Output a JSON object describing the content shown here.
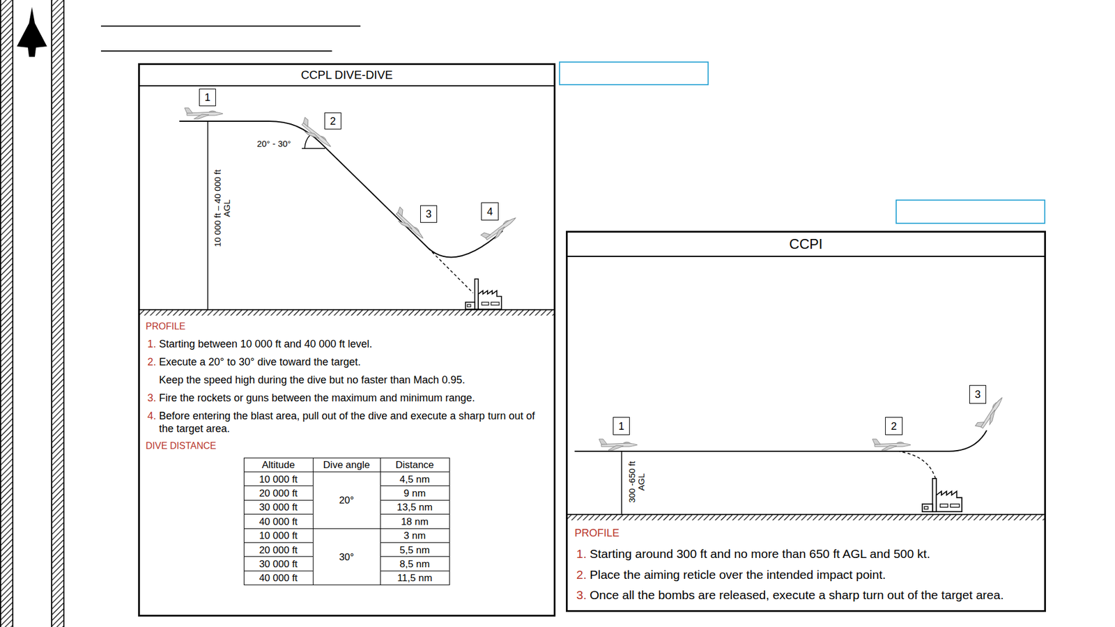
{
  "diagram": {
    "nodes": [
      {
        "text": [
          "CCPL DIVE-DIVE",
          "PROFILE",
          "1.",
          "Starting between 10 000 ft and 40 000 ft level.",
          "2.",
          "Execute a 20° to 30° dive toward the target.",
          "Keep the speed high during the dive but no faster than Mach 0.95.",
          "3.",
          "Fire the rockets or guns between the maximum and minimum range.",
          "4.",
          "Before entering the blast area, pull out of the dive and execute a sharp turn out of the target area.",
          "DIVE DISTANCE"
        ]
      },
      {
        "text": [
          "1"
        ],
        "in": 0
      },
      {
        "text": [
          "2"
        ],
        "in": 0
      },
      {
        "text": [
          "3"
        ],
        "in": 0
      },
      {
        "text": [
          "4"
        ],
        "in": 0
      },
      {
        "text": [
          "CCPI",
          "PROFILE",
          "1.",
          "Starting around 300 ft and no more than 650 ft AGL and 500 kt.",
          "2.",
          "Place the aiming reticle over the intended impact point.",
          "3.",
          "Once all the bombs are released, execute a sharp turn out of the target area."
        ]
      },
      {
        "text": [
          "1"
        ],
        "in": 5
      },
      {
        "text": [
          "2"
        ],
        "in": 5
      },
      {
        "text": [
          "3"
        ],
        "in": 5
      }
    ],
    "labels": [
      "20° - 30°",
      "10 000 ft – 40 000 ft AGL",
      "300 -650 ft AGL",
      "Altitude",
      "Dive angle",
      "Distance",
      "10 000 ft",
      "20°",
      "4,5 nm",
      "20 000 ft",
      "9 nm",
      "30 000 ft",
      "13,5 nm",
      "40 000 ft",
      "18 nm",
      "10 000 ft",
      "30°",
      "3 nm",
      "20 000 ft",
      "5,5 nm",
      "30 000 ft",
      "8,5 nm",
      "40 000 ft",
      "11,5 nm"
    ]
  }
}
